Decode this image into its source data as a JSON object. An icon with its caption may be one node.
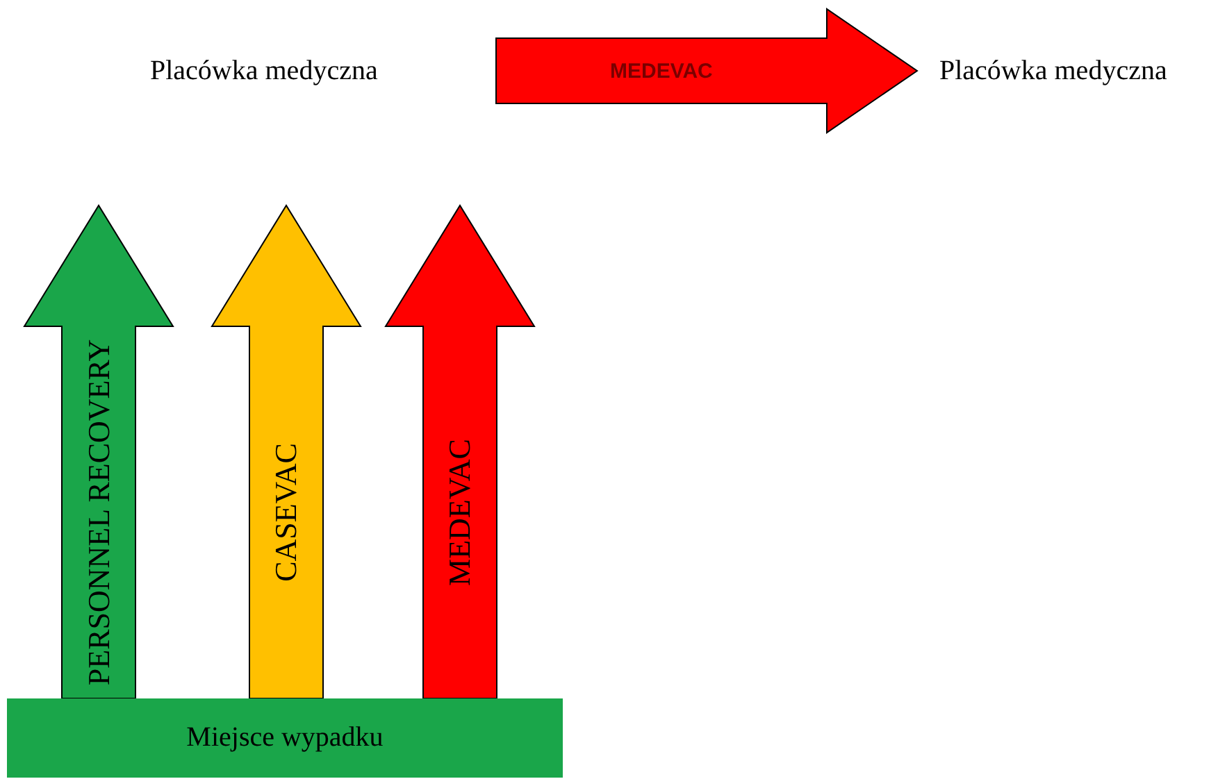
{
  "diagram": {
    "nodes": [
      {
        "text": [
          "Placówka medyczna"
        ]
      },
      {
        "text": [
          "Placówka medyczna"
        ]
      },
      {
        "text": [
          "Miejsce wypadku"
        ]
      }
    ],
    "edges": [
      {
        "from": 0,
        "to": 1,
        "arrow": "to",
        "label": "MEDEVAC",
        "style": "thick",
        "color": "#ff0000"
      },
      {
        "from": 2,
        "to": null,
        "arrow": "to",
        "label": "PERSONNEL RECOVERY",
        "style": "thick",
        "color": "#1aa64a"
      },
      {
        "from": 2,
        "to": null,
        "arrow": "to",
        "label": "CASEVAC",
        "style": "thick",
        "color": "#ffc000"
      },
      {
        "from": 2,
        "to": null,
        "arrow": "to",
        "label": "MEDEVAC",
        "style": "thick",
        "color": "#ff0000"
      }
    ]
  }
}
